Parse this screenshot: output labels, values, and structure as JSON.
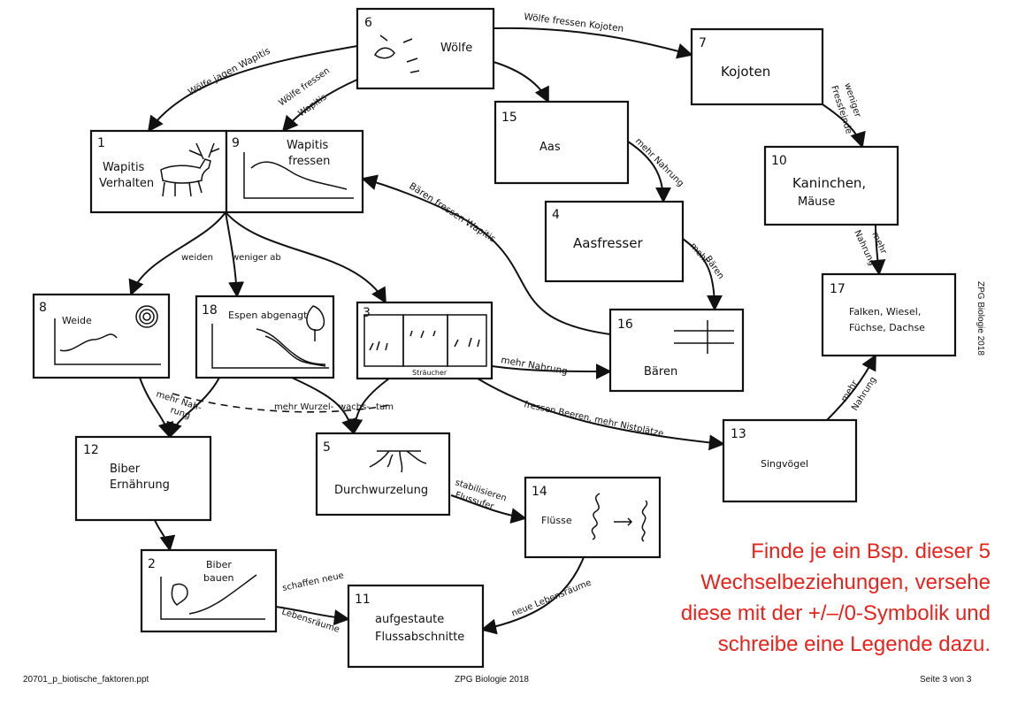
{
  "nodes": {
    "n6": {
      "num": "6",
      "label": "Wölfe"
    },
    "n7": {
      "num": "7",
      "label": "Kojoten"
    },
    "n15": {
      "num": "15",
      "label": "Aas"
    },
    "n10": {
      "num": "10",
      "label_1": "Kaninchen,",
      "label_2": "Mäuse"
    },
    "n1": {
      "num": "1",
      "label_1": "Wapitis",
      "label_2": "Verhalten"
    },
    "n9": {
      "num": "9",
      "label_1": "Wapitis",
      "label_2": "fressen"
    },
    "n4": {
      "num": "4",
      "label": "Aasfresser"
    },
    "n17": {
      "num": "17",
      "label_1": "Falken, Wiesel,",
      "label_2": "Füchse, Dachse"
    },
    "n16": {
      "num": "16",
      "label": "Bären"
    },
    "n8": {
      "num": "8",
      "label": "Weide"
    },
    "n18": {
      "num": "18",
      "label": "Espen abgenagt"
    },
    "n3": {
      "num": "3",
      "label": "Sträucher"
    },
    "n12": {
      "num": "12",
      "label_1": "Biber",
      "label_2": "Ernährung"
    },
    "n5": {
      "num": "5",
      "label": "Durchwurzelung"
    },
    "n13": {
      "num": "13",
      "label": "Singvögel"
    },
    "n14": {
      "num": "14",
      "label": "Flüsse"
    },
    "n2": {
      "num": "2",
      "label_1": "Biber",
      "label_2": "bauen"
    },
    "n11": {
      "num": "11",
      "label_1": "aufgestaute",
      "label_2": "Flussabschnitte"
    }
  },
  "edges": {
    "e_6_7": "Wölfe fressen Kojoten",
    "e_6_1": "Wölfe jagen Wapitis",
    "e_6_9_a": "Wölfe fressen",
    "e_6_9_b": "Wapitis",
    "e_7_10_a": "weniger",
    "e_7_10_b": "Fressfeinde",
    "e_15_4": "mehr Nahrung",
    "e_16_9": "Bären fressen Wapitis",
    "e_4_16_a": "mehr",
    "e_4_16_b": "Bären",
    "e_10_17_a": "mehr",
    "e_10_17_b": "Nahrung",
    "e_1_8": "weiden",
    "e_1_18": "weniger ab",
    "e_3_16": "mehr Nahrung",
    "e_3_13": "fressen Beeren, mehr Nistplätze",
    "e_13_17_a": "mehr",
    "e_13_17_b": "Nahrung",
    "e_8_12_a": "mehr Nah-",
    "e_8_12_b": "rung",
    "e_dash_a": "mehr Wurzel-",
    "e_dash_b": "wachs-",
    "e_dash_c": "tum",
    "e_5_14_a": "stabilisieren",
    "e_5_14_b": "Flussufer",
    "e_14_11": "neue Lebensräume",
    "e_2_11_a": "schaffen neue",
    "e_2_11_b": "Lebensräume"
  },
  "task": {
    "line1": "Finde je ein Bsp. dieser 5",
    "line2": "Wechselbeziehungen, versehe",
    "line3": "diese mit der +/–/0-Symbolik und",
    "line4": "schreibe eine Legende dazu."
  },
  "footer": {
    "filename": "20701_p_biotische_faktoren.ppt",
    "center": "ZPG Biologie 2018",
    "page": "Seite 3 von 3",
    "side": "ZPG Biologie 2018"
  },
  "colors": {
    "task_text": "#e8231c",
    "ink": "#111111"
  }
}
